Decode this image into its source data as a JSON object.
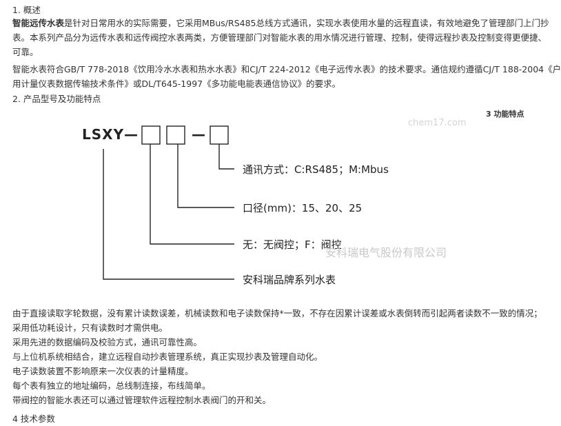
{
  "section1_heading": "1. 概述",
  "intro": {
    "bold": "智能远传水表",
    "line1_rest": "是针对日常用水的实际需要，它采用MBus/RS485总线方式通讯，实现水表使用水量的远程直读，有效地避免了管理部门上门抄",
    "line2": "表。本系列产品分为远传水表和远传阀控水表两类，方便管理部门对智能水表的用水情况进行管理、控制，使得远程抄表及控制变得更便捷、",
    "line3": "可靠。"
  },
  "standards": {
    "line1": "智能水表符合GB/T 778-2018《饮用冷水水表和热水水表》和CJ/T 224-2012《电子远传水表》的技术要求。通信规约遵循CJ/T 188-2004《户",
    "line2": "用计量仪表数据传输技术条件》或DL/T645-1997《多功能电能表通信协议》的要求。"
  },
  "section2_heading": "2. 产品型号及功能特点",
  "diagram": {
    "note": "3 功能特点",
    "model_prefix": "LSXY",
    "dash1": "—",
    "dash2": "—",
    "label_comm": "通讯方式：C:RS485；M:Mbus",
    "label_diameter": "口径(mm)：15、20、25",
    "label_valve": "无：无阀控；F：阀控",
    "label_brand": "安科瑞品牌系列水表",
    "watermark_site": "chem17.com",
    "watermark_company": "安科瑞电气股份有限公司"
  },
  "features": [
    "由于直接读取字轮数据，没有累计读数误差，机械读数和电子读数保持*一致，不存在因累计误差或水表倒转而引起两者读数不一致的情况；",
    "采用低功耗设计，只有读数时才需供电。",
    "采用先进的数据编码及校验方式，通讯可靠性高。",
    "与上位机系统相结合，建立远程自动抄表管理系统，真正实现抄表及管理自动化。",
    "电子读数装置不影响原来一次仪表的计量精度。",
    "每个表有独立的地址编码，总线制连接，布线简单。",
    "带阀控的智能水表还可以通过管理软件远程控制水表阀门的开和关。"
  ],
  "section4_partial": "4 技术参数"
}
